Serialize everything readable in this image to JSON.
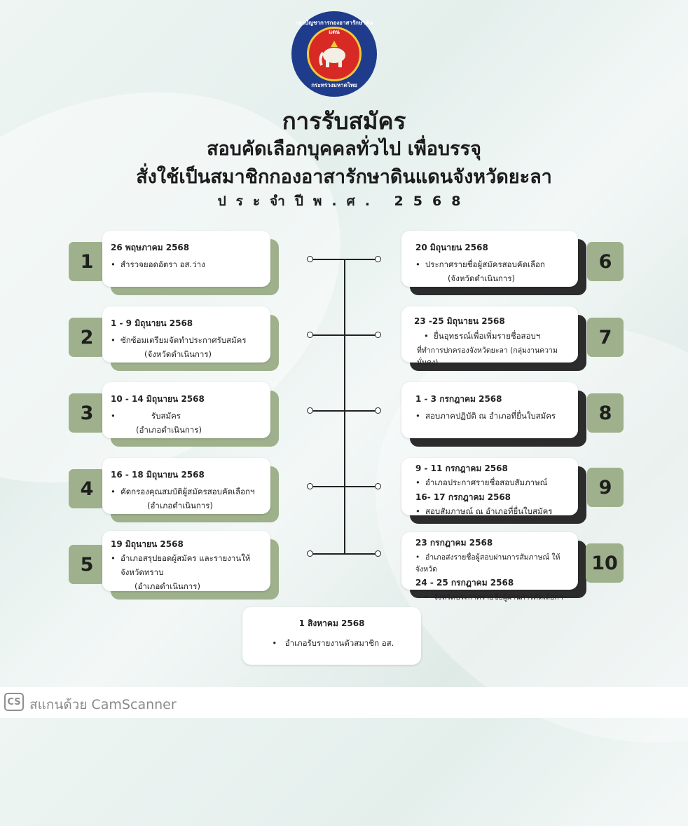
{
  "emblem": {
    "top_text": "กองบัญชาการกองอาสารักษาดินแดน",
    "bottom_text": "กระทรวงมหาดไทย"
  },
  "title": {
    "line1": "การรับสมัคร",
    "line2": "สอบคัดเลือกบุคคลทั่วไป เพื่อบรรจุ",
    "line3": "สั่งใช้เป็นสมาชิกกองอาสารักษาดินแดนจังหวัดยะลา",
    "line4": "ประจำปีพ.ศ. 2568"
  },
  "steps": [
    {
      "num": "1",
      "date": "26 พฤษภาคม 2568",
      "items": [
        "สำรวจยอดอัตรา อส.ว่าง"
      ],
      "note": ""
    },
    {
      "num": "2",
      "date": "1 - 9 มิถุนายน 2568",
      "items": [
        "ซักซ้อมเตรียมจัดทำประกาศรับสมัคร"
      ],
      "note": "(จังหวัดดำเนินการ)"
    },
    {
      "num": "3",
      "date": "10 - 14 มิถุนายน 2568",
      "items": [
        "รับสมัคร"
      ],
      "note": "(อำเภอดำเนินการ)"
    },
    {
      "num": "4",
      "date": "16 - 18 มิถุนายน 2568",
      "items": [
        "คัดกรองคุณสมบัติผู้สมัครสอบคัดเลือกฯ"
      ],
      "note": "(อำเภอดำเนินการ)"
    },
    {
      "num": "5",
      "date": "19 มิถุนายน 2568",
      "items": [
        "อำเภอสรุปยอดผู้สมัคร และรายงานให้"
      ],
      "extra": "จังหวัดทราบ",
      "note": "(อำเภอดำเนินการ)"
    },
    {
      "num": "6",
      "date": "20 มิถุนายน 2568",
      "items": [
        "ประกาศรายชื่อผู้สมัครสอบคัดเลือก"
      ],
      "note": "(จังหวัดดำเนินการ)"
    },
    {
      "num": "7",
      "date": "23 -25 มิถุนายน 2568",
      "items": [
        "ยื่นอุทธรณ์เพื่อเพิ่มรายชื่อสอบฯ"
      ],
      "note": "ที่ทำการปกครองจังหวัดยะลา (กลุ่มงานความมั่นคง)"
    },
    {
      "num": "8",
      "date": "1 - 3 กรกฎาคม 2568",
      "items": [
        "สอบภาคปฏิบัติ ณ อำเภอที่ยื่นใบสมัคร"
      ],
      "note": ""
    },
    {
      "num": "9",
      "date": "9 - 11  กรกฎาคม 2568",
      "items": [
        "อำเภอประกาศรายชื่อสอบสัมภาษณ์"
      ],
      "date2": "16- 17  กรกฎาคม 2568",
      "items2": [
        "สอบสัมภาษณ์ ณ อำเภอที่ยื่นใบสมัคร"
      ]
    },
    {
      "num": "10",
      "date": "23 กรกฎาคม 2568",
      "items": [
        "อำเภอส่งรายชื่อผู้สอบผ่านการสัมภาษณ์ ให้จังหวัด"
      ],
      "date2": "24 - 25 กรกฎาคม 2568",
      "items2": [
        "จังหวัดประกาศรายชื่อผู้ผ่านการคัดเลือกฯ"
      ]
    }
  ],
  "final": {
    "date": "1 สิงหาคม 2568",
    "item": "อำเภอรับรายงานตัวสมาชิก อส."
  },
  "bullet": "•",
  "footer": {
    "logo": "CS",
    "text": "สแกนด้วย CamScanner"
  }
}
